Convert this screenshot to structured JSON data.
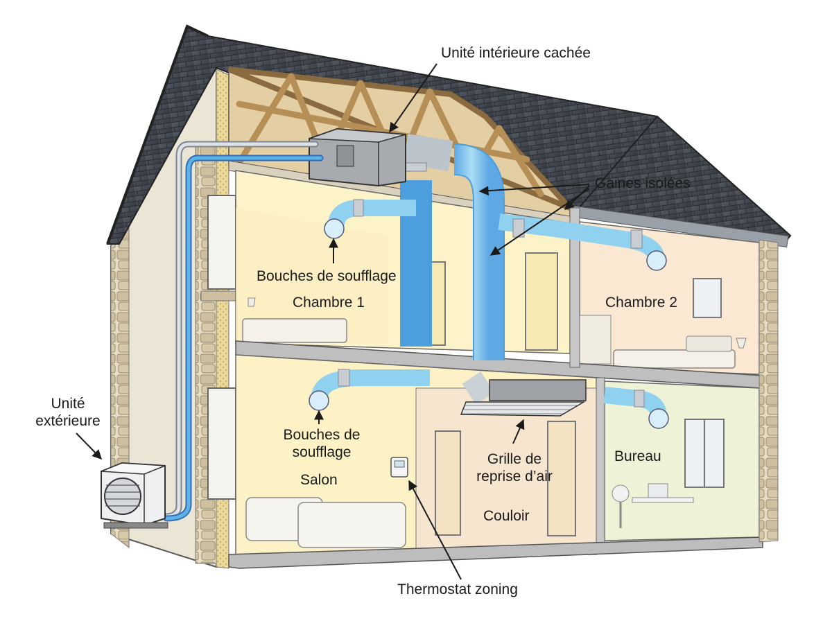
{
  "labels": {
    "indoor_unit": "Unité intérieure cachée",
    "insulated_ducts": "Gaines isolées",
    "supply_vents_upper": "Bouches de soufflage",
    "room_bedroom1": "Chambre 1",
    "room_bedroom2": "Chambre 2",
    "outdoor_unit": "Unité\nextérieure",
    "supply_vents_lower": "Bouches de\nsoufflage",
    "return_grille": "Grille de\nreprise d’air",
    "room_living": "Salon",
    "room_office": "Bureau",
    "room_hallway": "Couloir",
    "thermostat": "Thermostat zoning"
  },
  "colors": {
    "roof": "#3f434b",
    "wall_exterior": "#ebe5d6",
    "stone": "#cdbf9f",
    "duct_blue": "#8fd1ef",
    "duct_main": "#5fb2e8",
    "pipe": "#4a95d6",
    "attic_wood": "#c9a575",
    "room_yellow": "#fdf3c9",
    "room_peach": "#fbe8d3",
    "room_green": "#eef2d6",
    "unit_gray": "#a7aaaf"
  }
}
